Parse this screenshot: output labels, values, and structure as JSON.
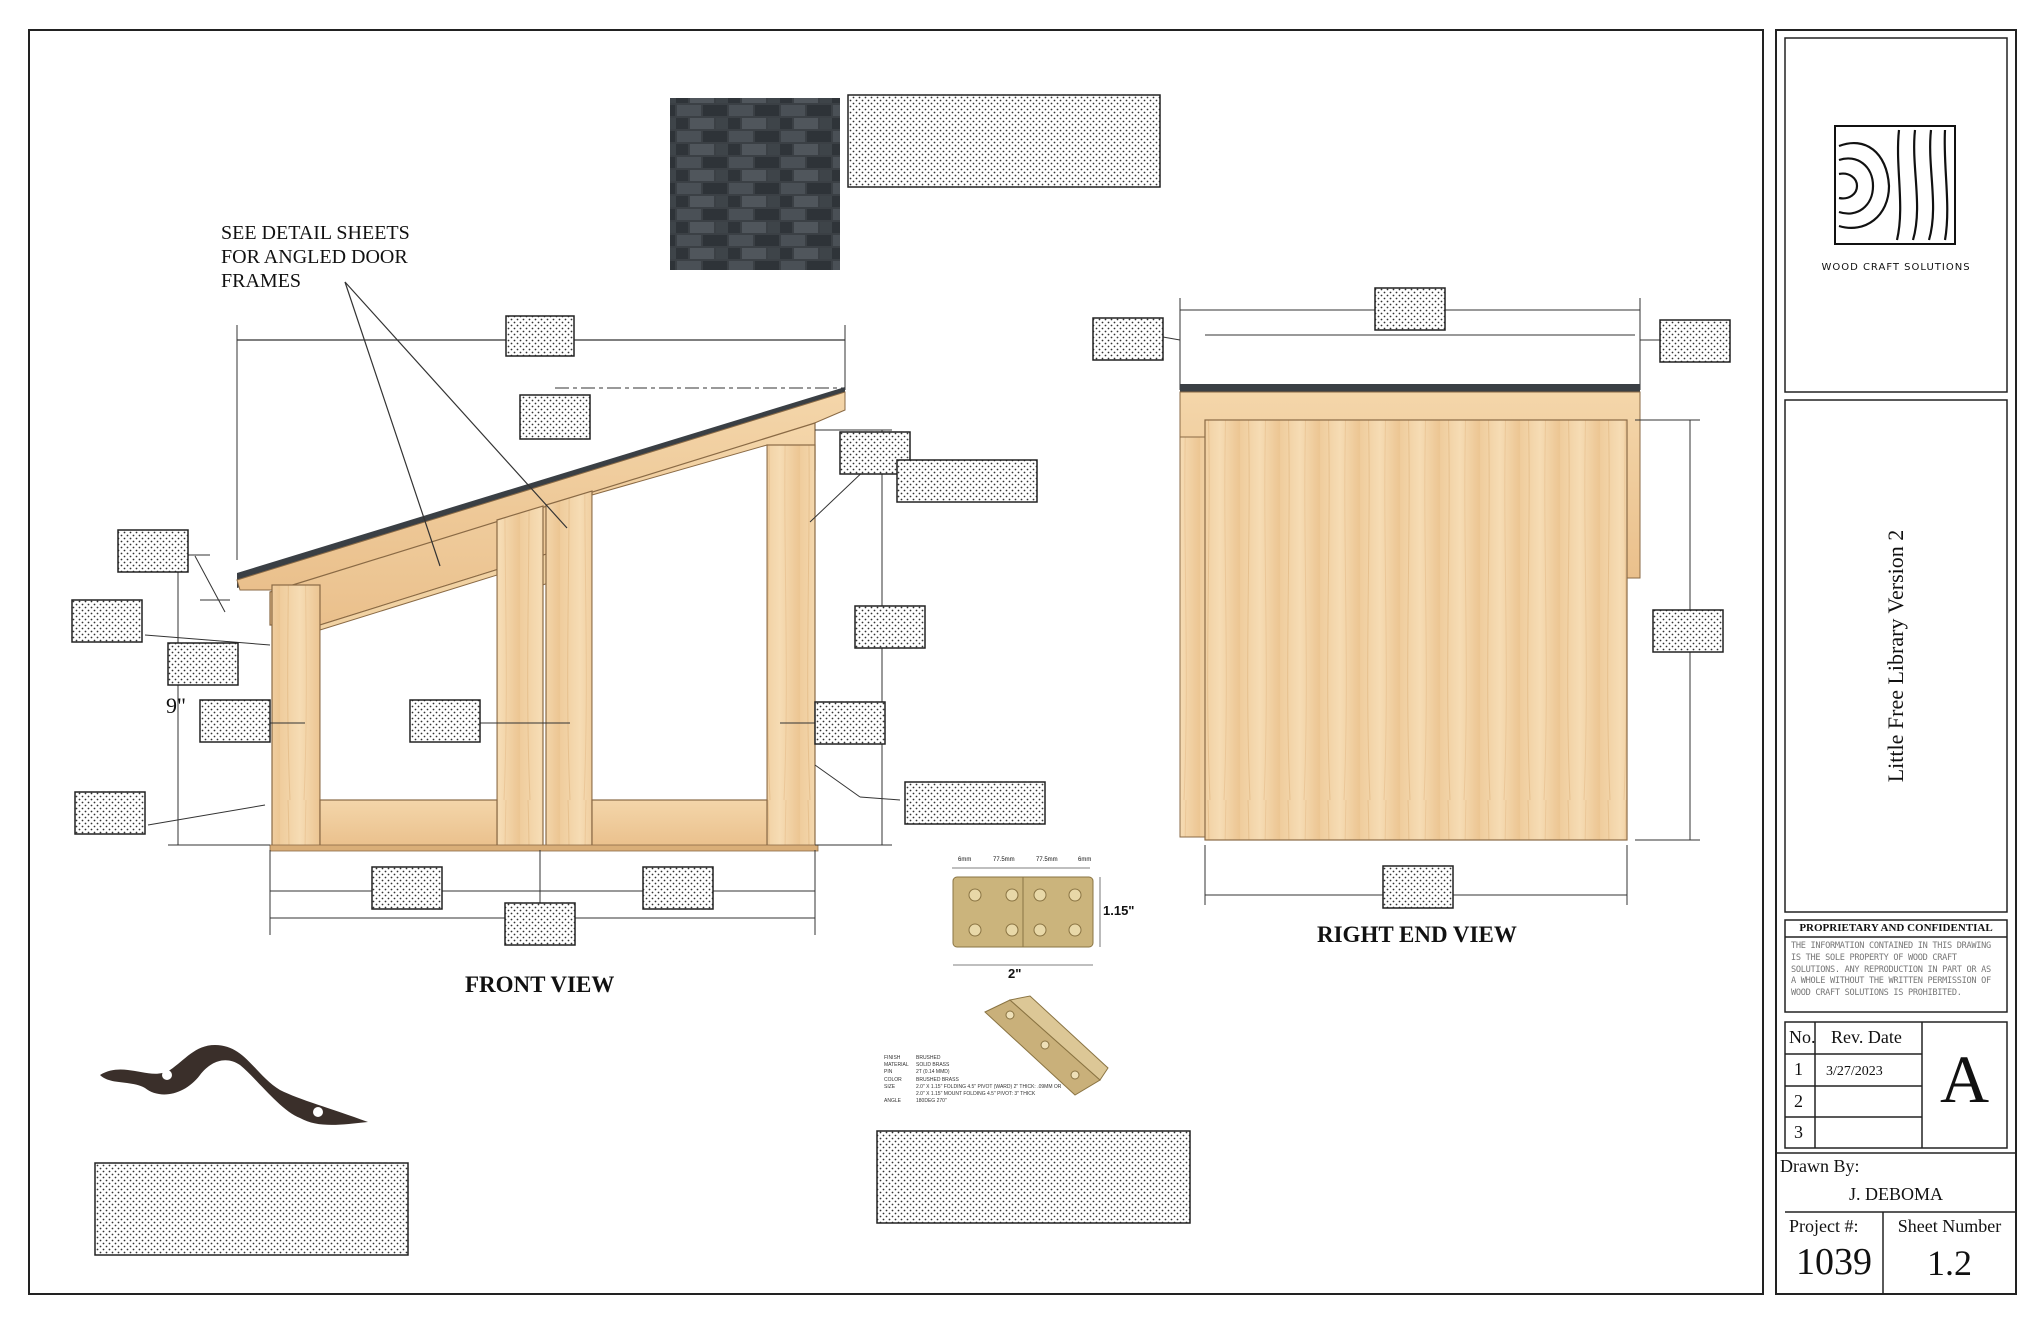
{
  "front_view": {
    "title": "FRONT VIEW",
    "callout": [
      "SEE DETAIL SHEETS",
      "FOR ANGLED DOOR",
      "FRAMES"
    ],
    "dim_label": "9\""
  },
  "right_view": {
    "title": "RIGHT END VIEW"
  },
  "hinge": {
    "top_dims": [
      "6mm",
      "77.5mm",
      "77.5mm",
      "6mm"
    ],
    "height_label": "1.15\"",
    "width_label": "2\"",
    "spec_rows": [
      [
        "FINISH",
        "BRUSHED"
      ],
      [
        "MATERIAL",
        "SOLID BRASS"
      ],
      [
        "PIN",
        "2T (0.14 MMD)"
      ],
      [
        "COLOR",
        "BRUSHED BRASS"
      ],
      [
        "SIZE",
        "2.0\" X 1.15\" FOLDING 4.5\" PIVOT (WARD) 2\" THICK: .09MM OR"
      ],
      [
        "",
        "2.0\" X 1.15\" MOUNT FOLDING 4.5\" PIVOT: 3\" THICK"
      ],
      [
        "ANGLE",
        "180DEG 270\""
      ]
    ]
  },
  "title_block": {
    "company": "WOOD CRAFT SOLUTIONS",
    "project_title": "Little Free Library Version 2",
    "proprietary_heading": "PROPRIETARY AND CONFIDENTIAL",
    "proprietary_lines": [
      "THE INFORMATION CONTAINED IN THIS DRAWING",
      "IS THE SOLE PROPERTY OF WOOD CRAFT",
      "SOLUTIONS. ANY REPRODUCTION IN PART OR AS",
      "A WHOLE WITHOUT THE WRITTEN PERMISSION OF",
      "WOOD CRAFT SOLUTIONS IS PROHIBITED."
    ],
    "rev_headers": {
      "no": "No.",
      "date": "Rev. Date"
    },
    "revisions": [
      {
        "no": "1",
        "date": "3/27/2023"
      },
      {
        "no": "2",
        "date": ""
      },
      {
        "no": "3",
        "date": ""
      }
    ],
    "revision_letter": "A",
    "drawn_by_label": "Drawn By:",
    "drawn_by": "J. DEBOMA",
    "project_label": "Project #:",
    "project_number": "1039",
    "sheet_label": "Sheet Number",
    "sheet_number": "1.2"
  },
  "colors": {
    "wood_light": "#f2d3a6",
    "wood_mid": "#e8c08a",
    "wood_edge": "#b89060",
    "shingle": "#3a3f44",
    "hardware_dark": "#3a2f2a",
    "brass": "#c8b27a"
  }
}
